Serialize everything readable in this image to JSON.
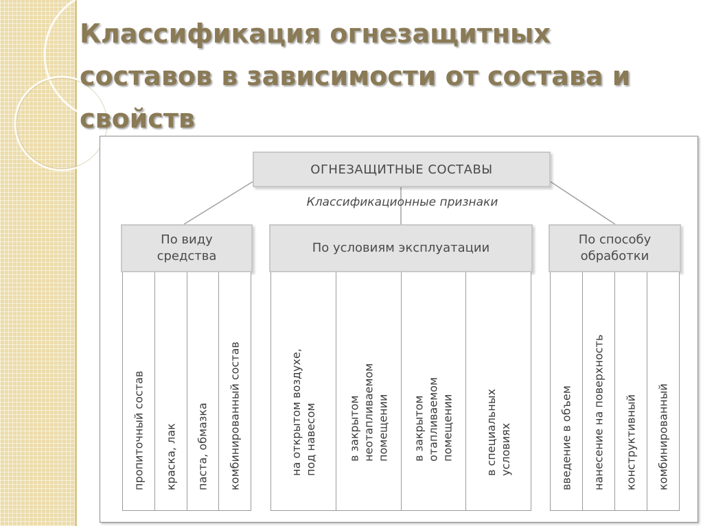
{
  "slide": {
    "title": "Классификация огнезащитных\nсоставов в зависимости от состава и\nсвойств"
  },
  "diagram": {
    "root": "ОГНЕЗАЩИТНЫЕ СОСТАВЫ",
    "subtitle": "Классификационные признаки",
    "categories": [
      {
        "label": "По виду\nсредства",
        "items": [
          "пропиточный состав",
          "краска, лак",
          "паста, обмазка",
          "комбинированный состав"
        ]
      },
      {
        "label": "По  условиям эксплуатации",
        "items": [
          "на открытом воздухе,\nпод навесом",
          "в закрытом\nнеотапливаемом\nпомещении",
          "в закрытом\nотапливаемом\nпомещении",
          "в специальных\nусловиях"
        ]
      },
      {
        "label": "По способу\nобработки",
        "items": [
          "введение в объем",
          "нанесение на поверхность",
          "конструктивный",
          "комбинированный"
        ]
      }
    ]
  },
  "colors": {
    "title": "#8a7a55",
    "box_fill": "#e3e3e3",
    "strip": "#ecdcaa"
  }
}
